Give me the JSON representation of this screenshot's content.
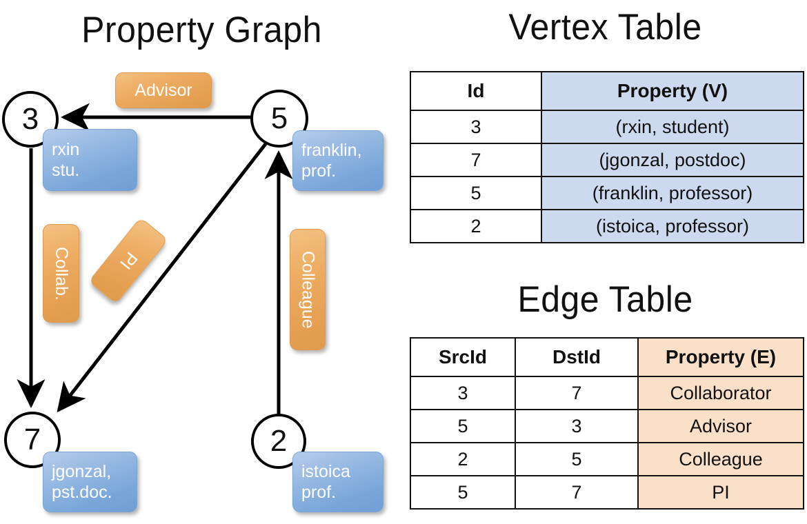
{
  "titles": {
    "property_graph": "Property Graph",
    "vertex_table": "Vertex Table",
    "edge_table": "Edge Table"
  },
  "graph": {
    "nodes": [
      {
        "id": "3",
        "property": "rxin\nstu."
      },
      {
        "id": "5",
        "property": "franklin,\nprof."
      },
      {
        "id": "7",
        "property": "jgonzal,\npst.doc."
      },
      {
        "id": "2",
        "property": "istoica\nprof."
      }
    ],
    "node_labels": {
      "n3": "3",
      "n5": "5",
      "n7": "7",
      "n2": "2"
    },
    "node_props": {
      "rxin_line1": "rxin",
      "rxin_line2": "stu.",
      "franklin_line1": "franklin,",
      "franklin_line2": "prof.",
      "jgonzal_line1": "jgonzal,",
      "jgonzal_line2": "pst.doc.",
      "istoica_line1": "istoica",
      "istoica_line2": "prof."
    },
    "edge_labels": {
      "advisor": "Advisor",
      "collab": "Collab.",
      "pi": "PI",
      "colleague": "Colleague"
    },
    "edges": [
      {
        "src": "5",
        "dst": "3",
        "label": "Advisor"
      },
      {
        "src": "3",
        "dst": "7",
        "label": "Collab."
      },
      {
        "src": "5",
        "dst": "7",
        "label": "PI"
      },
      {
        "src": "2",
        "dst": "5",
        "label": "Colleague"
      }
    ]
  },
  "vertex_table": {
    "headers": [
      "Id",
      "Property (V)"
    ],
    "rows": [
      {
        "id": "3",
        "property": "(rxin, student)"
      },
      {
        "id": "7",
        "property": "(jgonzal, postdoc)"
      },
      {
        "id": "5",
        "property": "(franklin, professor)"
      },
      {
        "id": "2",
        "property": "(istoica, professor)"
      }
    ]
  },
  "edge_table": {
    "headers": [
      "SrcId",
      "DstId",
      "Property (E)"
    ],
    "rows": [
      {
        "src": "3",
        "dst": "7",
        "property": "Collaborator"
      },
      {
        "src": "5",
        "dst": "3",
        "property": "Advisor"
      },
      {
        "src": "2",
        "dst": "5",
        "property": "Colleague"
      },
      {
        "src": "5",
        "dst": "7",
        "property": "PI"
      }
    ]
  },
  "colors": {
    "vertex_property_fill": "#ccd9ee",
    "edge_property_fill": "#fae0c8",
    "node_box_blue": "#8fb3de",
    "edge_box_orange": "#eead63",
    "stroke": "#111111",
    "background": "#ffffff"
  }
}
